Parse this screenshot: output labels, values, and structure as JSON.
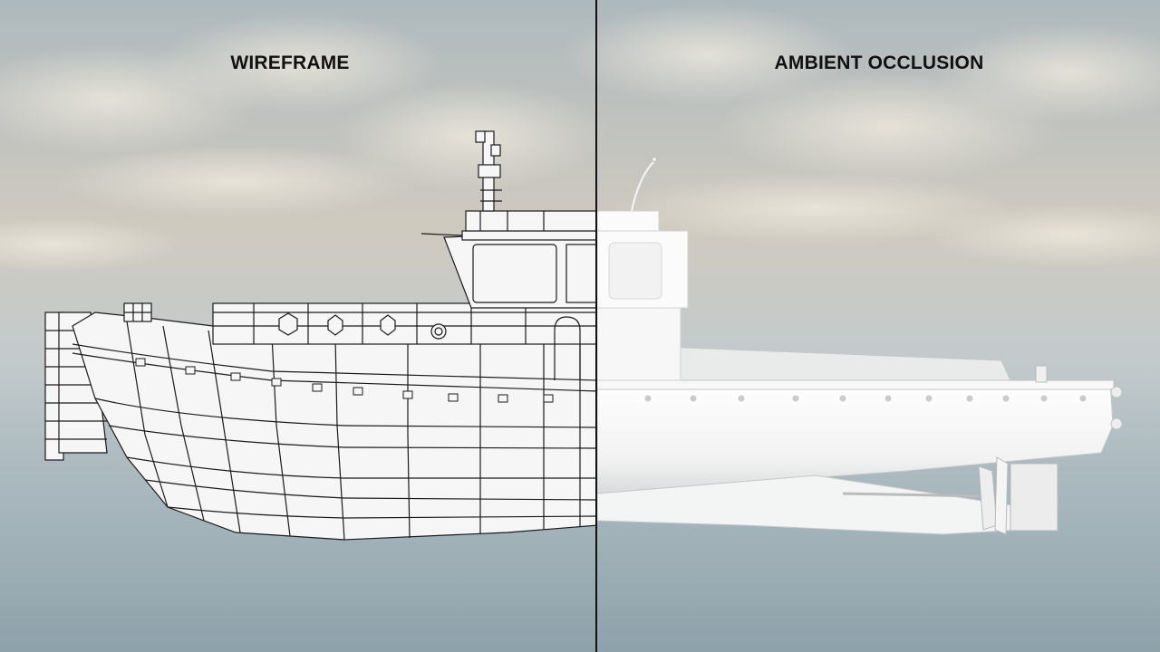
{
  "labels": {
    "left": "WIREFRAME",
    "right": "AMBIENT OCCLUSION"
  },
  "scene": {
    "subject": "tugboat-side-view",
    "background": "cloudy-sky-over-sea",
    "colors": {
      "sky_top": "#b9c3c6",
      "cloud": "#e6e1d6",
      "horizon": "#c8cfd0",
      "sea": "#9eb0b8",
      "wire": "#1a1a1a",
      "hull_white": "#f7f7f7",
      "ao_shadow": "#c9cbcc"
    }
  }
}
